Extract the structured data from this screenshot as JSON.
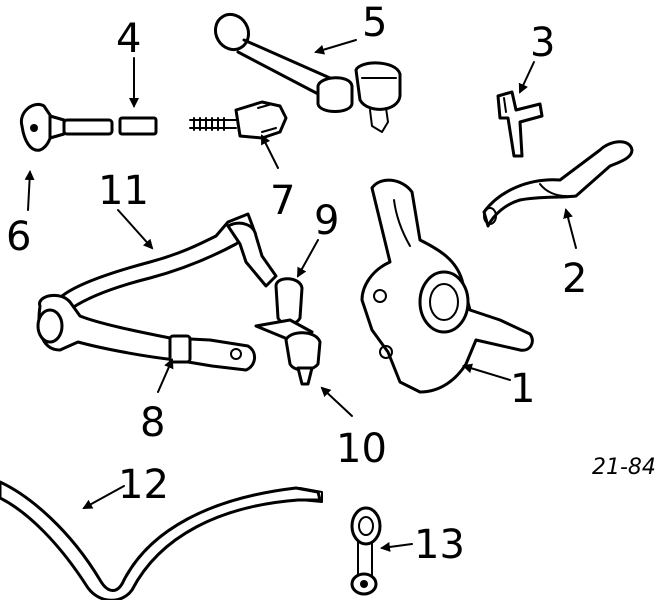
{
  "diagram": {
    "figure_ref": "21-84",
    "callouts": [
      {
        "id": "1",
        "label": "1"
      },
      {
        "id": "2",
        "label": "2"
      },
      {
        "id": "3",
        "label": "3"
      },
      {
        "id": "4",
        "label": "4"
      },
      {
        "id": "5",
        "label": "5"
      },
      {
        "id": "6",
        "label": "6"
      },
      {
        "id": "7",
        "label": "7"
      },
      {
        "id": "8",
        "label": "8"
      },
      {
        "id": "9",
        "label": "9"
      },
      {
        "id": "10",
        "label": "10"
      },
      {
        "id": "11",
        "label": "11"
      },
      {
        "id": "12",
        "label": "12"
      },
      {
        "id": "13",
        "label": "13"
      }
    ]
  }
}
